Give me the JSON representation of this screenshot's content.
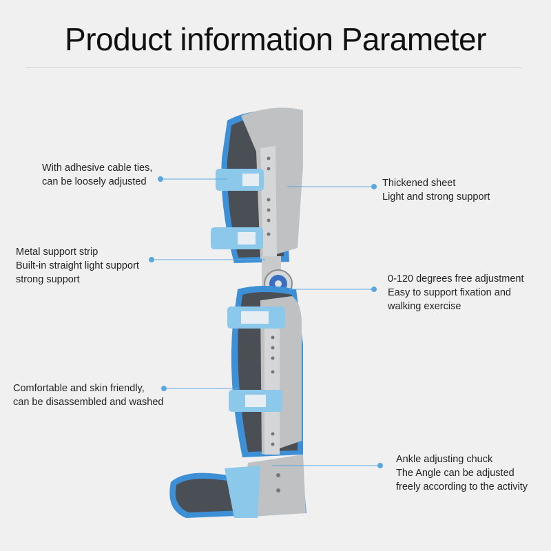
{
  "title": "Product information Parameter",
  "colors": {
    "accent": "#5aa7e0",
    "strap": "#8cc8ea",
    "pad": "#4a4f55",
    "shell": "#bfc1c3"
  },
  "annotations": {
    "cable_ties": [
      "With adhesive cable ties,",
      "can be loosely adjusted"
    ],
    "support_strip": [
      "Metal support strip",
      "Built-in straight light support",
      "strong support"
    ],
    "skin_friendly": [
      "Comfortable and skin friendly,",
      "can be disassembled and washed"
    ],
    "thickened_sheet": [
      "Thickened sheet",
      "Light and strong support"
    ],
    "adjustment": [
      "0-120 degrees free adjustment",
      "Easy to support fixation and",
      "walking exercise"
    ],
    "ankle_chuck": [
      "Ankle adjusting chuck",
      "The Angle can be adjusted",
      "freely according to the activity"
    ]
  }
}
